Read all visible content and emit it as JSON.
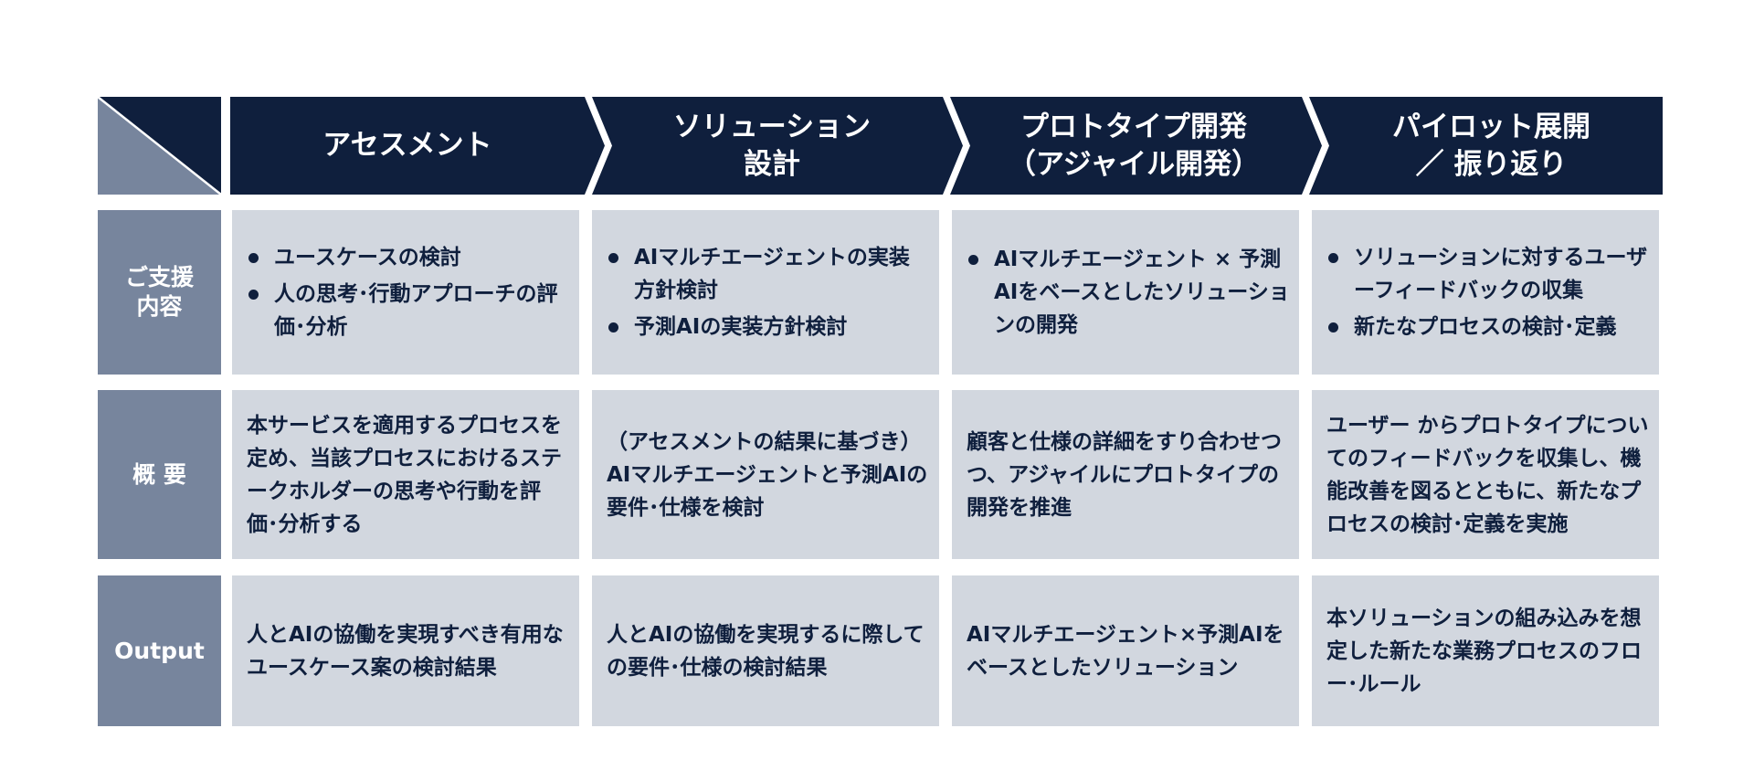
{
  "colors": {
    "header_bg": "#0f1f3d",
    "label_bg": "#77859d",
    "cell_bg": "#d2d7df",
    "text": "#0f1f3d"
  },
  "phases": [
    {
      "title": "アセスメント"
    },
    {
      "title": "ソリューション\n設計"
    },
    {
      "title": "プロトタイプ開発\n（アジャイル開発）"
    },
    {
      "title": "パイロット展開\n／ 振り返り"
    }
  ],
  "rows": {
    "support": {
      "label": "ご支援\n内容",
      "cells": [
        {
          "items": [
            "ユースケースの検討",
            "人の思考･行動アプローチの評価･分析"
          ]
        },
        {
          "items": [
            "AIマルチエージェントの実装方針検討",
            "予測AIの実装方針検討"
          ]
        },
        {
          "items": [
            "AIマルチエージェント × 予測AIをベースとしたソリューションの開発"
          ]
        },
        {
          "items": [
            "ソリューションに対するユーザーフィードバックの収集",
            "新たなプロセスの検討･定義"
          ]
        }
      ]
    },
    "summary": {
      "label": "概 要",
      "cells": [
        "本サービスを適用するプロセスを定め、当該プロセスにおけるステークホルダーの思考や行動を評価･分析する",
        "（アセスメントの結果に基づき）AIマルチエージェントと予測AIの要件･仕様を検討",
        "顧客と仕様の詳細をすり合わせつつ、アジャイルにプロトタイプの開発を推進",
        "ユーザー からプロトタイプについてのフィードバックを収集し、機能改善を図るとともに、新たなプロセスの検討･定義を実施"
      ]
    },
    "output": {
      "label": "Output",
      "cells": [
        "人とAIの協働を実現すべき有用なユースケース案の検討結果",
        "人とAIの協働を実現するに際しての要件･仕様の検討結果",
        "AIマルチエージェント×予測AIをベースとしたソリューション",
        "本ソリューションの組み込みを想定した新たな業務プロセスのフロー･ルール"
      ]
    }
  }
}
